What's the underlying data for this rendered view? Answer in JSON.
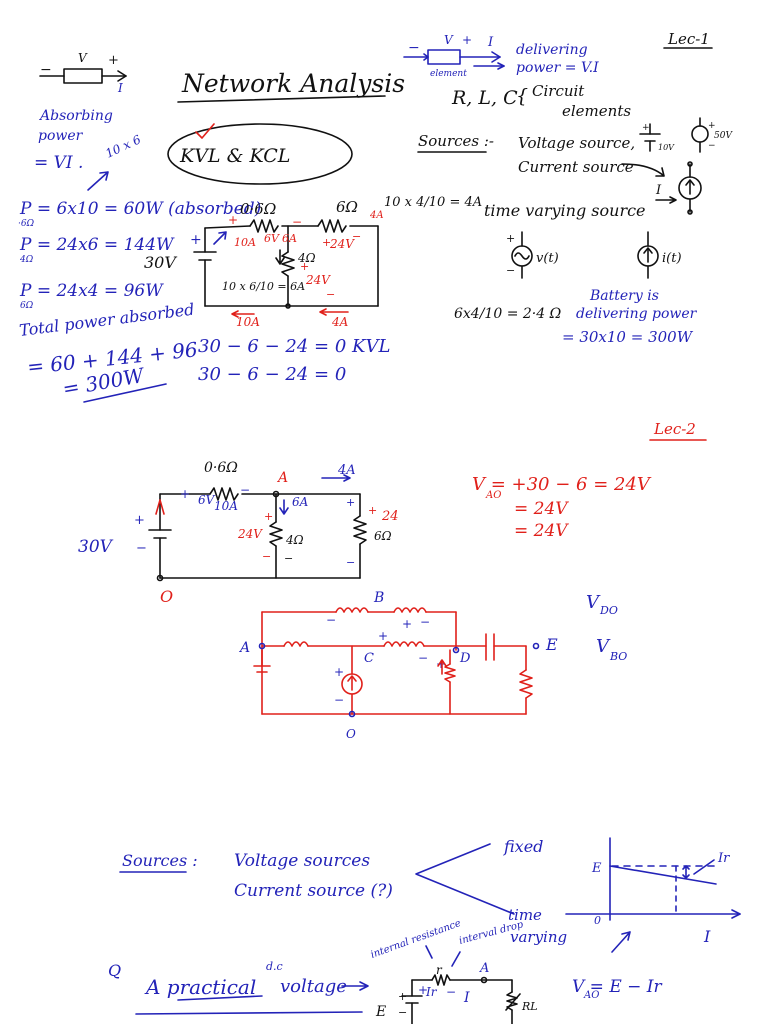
{
  "colors": {
    "ink_blue": "#2323b8",
    "ink_red": "#e0201a",
    "ink_black": "#111111",
    "paper": "#ffffff"
  },
  "lec1": {
    "lec_label": "Lec-1",
    "title": "Network Analysis",
    "kvl_kcl": "KVL  &  KCL",
    "absorbing_v": "V",
    "absorbing_i": "I",
    "absorbing_line1": "Absorbing",
    "absorbing_line2": "power",
    "absorbing_eq": "= VI .",
    "absorbing_note": "10 x 6",
    "delivering_v": "V",
    "delivering_i": "I",
    "element_label": "element",
    "delivering_line1": "delivering",
    "delivering_line2": "power = V.I",
    "rlc": "R, L, C",
    "circuit_elements_1": "Circuit",
    "circuit_elements_2": "elements",
    "sources_label": "Sources :-",
    "voltage_source": "Voltage source,",
    "voltage_10v": "10V",
    "voltage_50v": "50V",
    "current_source": "Current source",
    "current_i": "I",
    "time_varying": "time varying source",
    "vt": "v(t)",
    "it": "i(t)",
    "p1": "P   = 6x10 = 60W (absorbed)",
    "p1_sub": "·6Ω",
    "p2": "P  = 24x6 = 144W",
    "p2_sub": "4Ω",
    "p3": "P  = 24x4 = 96W",
    "p3_sub": "6Ω",
    "total1": "Total power absorbed",
    "total2": "= 60 + 144 + 96",
    "total3": "= 300W",
    "c1_r1": "0·6Ω",
    "c1_r2": "6Ω",
    "c1_div": "10 x 4/10 = 4A",
    "c1_src": "30V",
    "c1_10a": "10A",
    "c1_6v": "6V",
    "c1_6a": "6A",
    "c1_24v_a": "24V",
    "c1_4ohm": "4Ω",
    "c1_24v_b": "24V",
    "c1_4a": "4A",
    "c1_div2": "10 x 6/10 = 6A",
    "c1_10a_bottom": "10A",
    "c1_4a_bottom": "4A",
    "par": "6x4/10 = 2·4 Ω",
    "battery1": "Battery is",
    "battery2": "delivering power",
    "battery3": "= 30x10 = 300W",
    "kvl1": "30 − 6 − 24 = 0   KVL",
    "kvl2": "30 − 6 − 24 = 0"
  },
  "lec2": {
    "lec_label": "Lec-2",
    "r1": "0·6Ω",
    "node_a": "A",
    "i_4a": "4A",
    "i_10a": "10A",
    "i_6a": "6A",
    "v_6v": "6V",
    "v_24v_left": "24V",
    "r_4ohm": "4Ω",
    "v_24_right": "24",
    "r_6ohm": "6Ω",
    "src": "30V",
    "node_o": "O",
    "vao1": "V   = +30 − 6 = 24V",
    "vao_sub": "AO",
    "vao2": "= 24V",
    "vao3": "= 24V",
    "node_b": "B",
    "node_a2": "A",
    "node_c": "C",
    "node_d": "D",
    "node_e": "E",
    "node_o2": "O",
    "vdo": "V",
    "vdo_sub": "DO",
    "vbo": "V",
    "vbo_sub": "BO"
  },
  "bottom": {
    "sources_label": "Sources :",
    "voltage_sources": "Voltage sources",
    "current_source": "Current source (?)",
    "fixed": "fixed",
    "time": "time",
    "varying": "varying",
    "graph_e": "E",
    "graph_o": "0",
    "graph_ir": "Ir",
    "graph_i": "I",
    "q": "Q",
    "practical": "A practical",
    "dc": "d.c",
    "voltage": "voltage",
    "internal_resistance": "internal resistance",
    "internal_drop": "interval drop",
    "r": "r",
    "ir": "Ir",
    "i": "I",
    "node_a": "A",
    "e": "E",
    "rl": "RL",
    "vao": "V   = E − Ir",
    "vao_sub": "AO"
  }
}
